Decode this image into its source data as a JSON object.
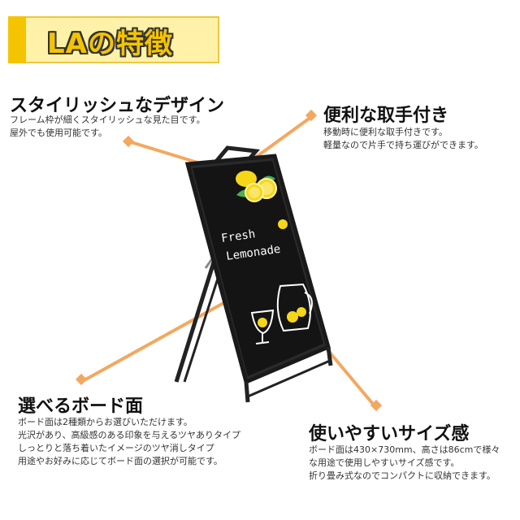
{
  "title": "LAの特徴",
  "sections": {
    "stylish": {
      "heading": "スタイリッシュなデザイン",
      "lines": [
        "フレーム枠が細くスタイリッシュな見た目です。",
        "屋外でも使用可能です。"
      ]
    },
    "handle": {
      "heading": "便利な取手付き",
      "lines": [
        "移動時に便利な取手付きです。",
        "軽量なので片手で持ち運びができます。"
      ]
    },
    "board": {
      "heading": "選べるボード面",
      "lines": [
        "ボード面は2種類からお選びいただけます。",
        "光沢があり、高級感のある印象を与えるツヤありタイプ",
        "しっとりと落ち着いたイメージのツヤ消しタイプ",
        "用途やお好みに応じてボード面の選択が可能です。"
      ]
    },
    "size": {
      "heading": "使いやすいサイズ感",
      "lines": [
        "ボード面は430×730mm、高さは86cmで様々",
        "な用途で使用しやすいサイズ感です。",
        "折り畳み式なのでコンパクトに収納できます。"
      ]
    }
  },
  "board_text": {
    "line1": "Fresh",
    "line2": "Lemonade"
  },
  "colors": {
    "accent": "#f3a85f",
    "title_yellow": "#f5c400",
    "board": "#111111"
  }
}
